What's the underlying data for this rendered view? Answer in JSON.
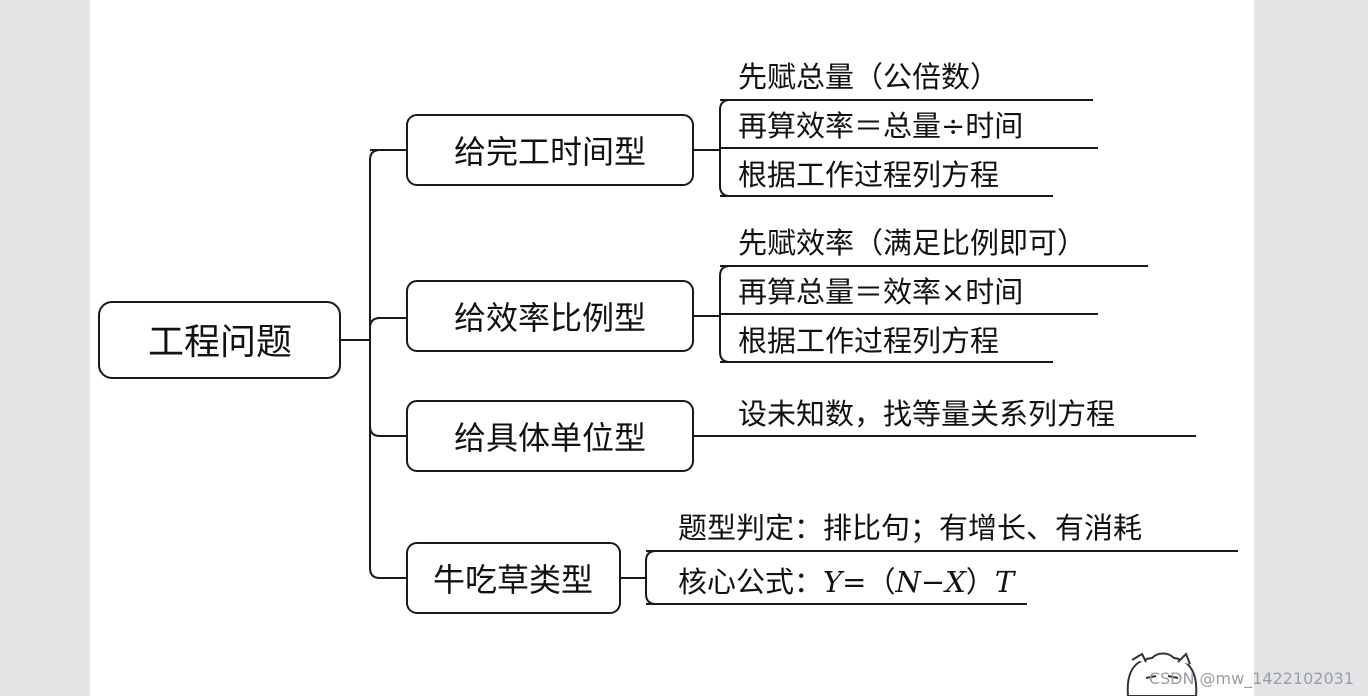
{
  "diagram": {
    "root": "工程问题",
    "branches": [
      {
        "label": "给完工时间型",
        "leaves": [
          "先赋总量（公倍数）",
          "再算效率＝总量÷时间",
          "根据工作过程列方程"
        ]
      },
      {
        "label": "给效率比例型",
        "leaves": [
          "先赋效率（满足比例即可）",
          "再算总量＝效率×时间",
          "根据工作过程列方程"
        ]
      },
      {
        "label": "给具体单位型",
        "leaves": [
          "设未知数，找等量关系列方程"
        ]
      },
      {
        "label": "牛吃草类型",
        "leaves": [
          "题型判定：排比句；有增长、有消耗"
        ],
        "formula": {
          "prefix": "核心公式：",
          "parts": [
            "Y",
            "=（",
            "N",
            "−",
            "X",
            "）",
            "T"
          ]
        }
      }
    ]
  },
  "watermark": "CSDN @mw_1422102031"
}
